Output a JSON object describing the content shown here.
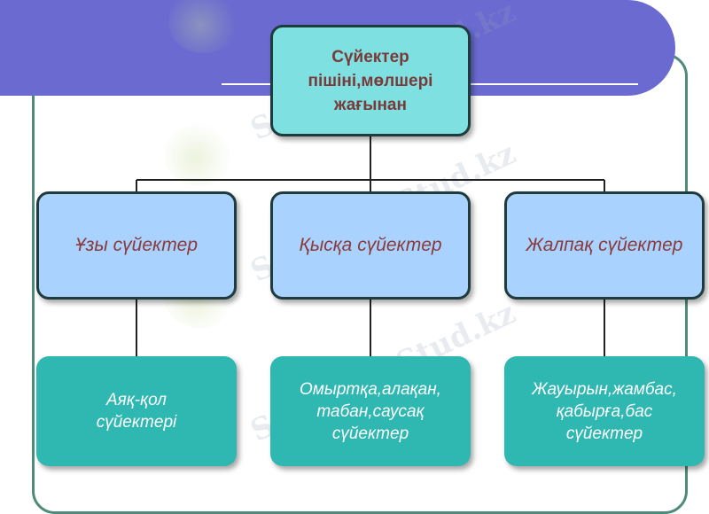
{
  "diagram": {
    "root": {
      "label": "Сүйектер\nпішіні,мөлшері\nжағынан"
    },
    "categories": [
      {
        "label": "Ұзы сүйектер",
        "example": "Аяқ-қол\nсүйектері"
      },
      {
        "label": "Қысқа сүйектер",
        "example": "Омыртқа,алақан,\nтабан,саусақ\nсүйектер"
      },
      {
        "label": "Жалпақ сүйектер",
        "example": "Жауырын,жамбас,\nқабырға,бас\nсүйектер"
      }
    ]
  },
  "watermark": {
    "text": "Stud.kz - Stud.kz"
  },
  "colors": {
    "banner": "#6a6ad0",
    "root_fill": "#7ee0e0",
    "category_fill": "#a9d2ff",
    "example_fill": "#2fb7b1",
    "frame": "#4f8a7a"
  }
}
